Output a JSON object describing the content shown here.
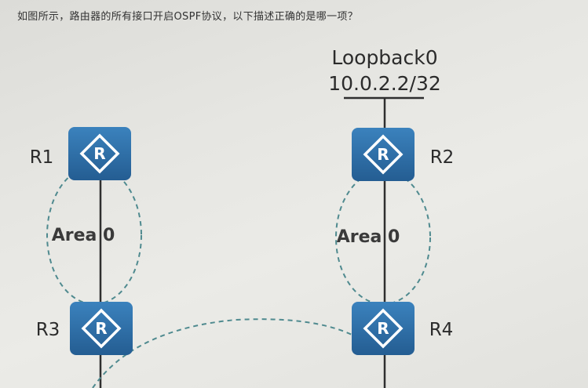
{
  "question": "如图所示，路由器的所有接口开启OSPF协议，以下描述正确的是哪一项？",
  "loopback": {
    "name": "Loopback0",
    "address": "10.0.2.2/32"
  },
  "routers": [
    {
      "id": "r1",
      "label": "R1"
    },
    {
      "id": "r2",
      "label": "R2"
    },
    {
      "id": "r3",
      "label": "R3"
    },
    {
      "id": "r4",
      "label": "R4"
    }
  ],
  "areas": [
    {
      "id": "left",
      "label": "Area 0"
    },
    {
      "id": "right",
      "label": "Area 0"
    }
  ],
  "colors": {
    "router_fill": "#2e6ea6",
    "router_symbol": "#ffffff",
    "link": "#2f2f2f",
    "area_dash": "#4f8a8f"
  },
  "icons": {
    "router": "router-icon"
  }
}
